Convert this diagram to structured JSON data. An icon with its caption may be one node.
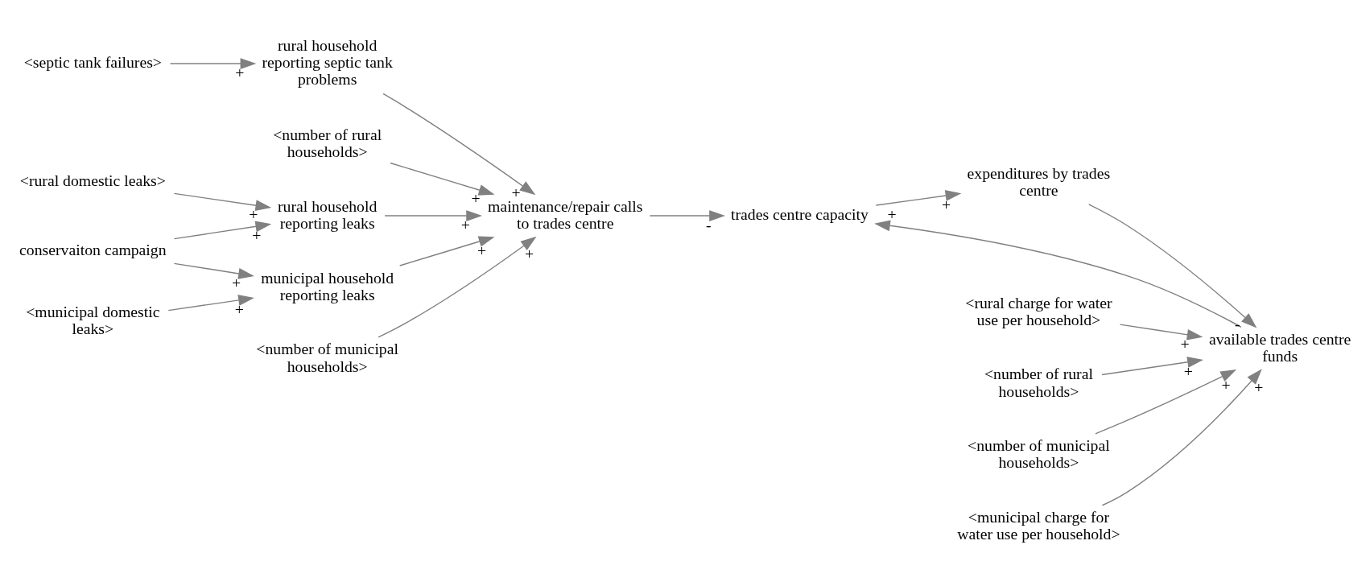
{
  "diagram": {
    "nodes": [
      {
        "text": [
          "<septic tank failures>"
        ]
      },
      {
        "text": [
          "<rural domestic leaks>"
        ]
      },
      {
        "text": [
          "rural household reporting septic tank problems"
        ]
      },
      {
        "text": [
          "<rural charge for water use per household>"
        ]
      },
      {
        "text": [
          "<number of rural households>"
        ]
      },
      {
        "text": [
          "rural household reporting leaks"
        ]
      },
      {
        "text": [
          "<number of rural households>"
        ]
      },
      {
        "text": [
          "conservaiton campaign"
        ]
      },
      {
        "text": [
          "maintenance/repair calls to trades centre"
        ]
      },
      {
        "text": [
          "trades centre capacity"
        ]
      },
      {
        "text": [
          "available trades centre funds"
        ]
      },
      {
        "text": [
          "expenditures by trades centre"
        ]
      },
      {
        "text": [
          "municipal household reporting leaks"
        ]
      },
      {
        "text": [
          "<number of municipal households>"
        ]
      },
      {
        "text": [
          "<number of municipal households>"
        ]
      },
      {
        "text": [
          "<municipal charge for water use per household>"
        ]
      },
      {
        "text": [
          "<municipal domestic leaks>"
        ]
      }
    ],
    "edges": [
      {
        "from": 0,
        "to": 2,
        "arrow": "to",
        "label": "+"
      },
      {
        "from": 1,
        "to": 5,
        "arrow": "to",
        "label": "+"
      },
      {
        "from": 7,
        "to": 5,
        "arrow": "to",
        "label": "+"
      },
      {
        "from": 7,
        "to": 12,
        "arrow": "to",
        "label": "+"
      },
      {
        "from": 16,
        "to": 12,
        "arrow": "to",
        "label": "+"
      },
      {
        "from": 5,
        "to": 8,
        "arrow": "to",
        "label": "+"
      },
      {
        "from": 2,
        "to": 8,
        "arrow": "to",
        "label": "+"
      },
      {
        "from": 4,
        "to": 8,
        "arrow": "to",
        "label": "+"
      },
      {
        "from": 12,
        "to": 8,
        "arrow": "to",
        "label": "+"
      },
      {
        "from": 13,
        "to": 8,
        "arrow": "to",
        "label": "+"
      },
      {
        "from": 8,
        "to": 9,
        "arrow": "to",
        "label": "-"
      },
      {
        "from": 10,
        "to": 9,
        "arrow": "to",
        "label": "+"
      },
      {
        "from": 9,
        "to": 11,
        "arrow": "to",
        "label": "+"
      },
      {
        "from": 11,
        "to": 10,
        "arrow": "to",
        "label": "-"
      },
      {
        "from": 3,
        "to": 10,
        "arrow": "to",
        "label": "+"
      },
      {
        "from": 6,
        "to": 10,
        "arrow": "to",
        "label": "+"
      },
      {
        "from": 15,
        "to": 10,
        "arrow": "to",
        "label": "+"
      },
      {
        "from": 14,
        "to": 10,
        "arrow": "to",
        "label": "+"
      }
    ]
  }
}
